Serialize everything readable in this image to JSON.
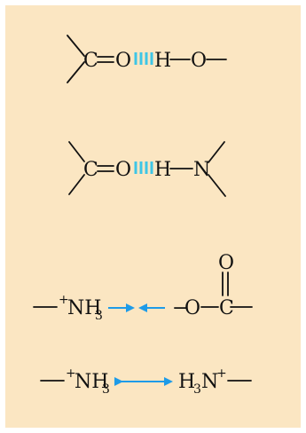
{
  "colors": {
    "panel_background": "#fbe6c2",
    "hydrogen_bond": "#3ec6e6",
    "arrow": "#1e9be8",
    "ink": "#111111"
  },
  "diagram": {
    "items": [
      {
        "id": "carbonyl-hydroxyl-hbond",
        "labels": {
          "c": "C",
          "o": "O",
          "h": "H",
          "o2": "O"
        }
      },
      {
        "id": "carbonyl-amine-hbond",
        "labels": {
          "c": "C",
          "o": "O",
          "h": "H",
          "n": "N"
        }
      },
      {
        "id": "ammonium-carboxylate-attraction",
        "labels": {
          "plus": "+",
          "nh": "NH",
          "nh_sub": "3",
          "minus": "−",
          "o": "O",
          "c": "C",
          "o_top": "O"
        }
      },
      {
        "id": "ammonium-ammonium-repulsion",
        "labels": {
          "plus": "+",
          "nh": "NH",
          "nh_sub": "3",
          "h": "H",
          "h_sub": "3",
          "n": "N",
          "plus2": "+"
        }
      }
    ]
  }
}
